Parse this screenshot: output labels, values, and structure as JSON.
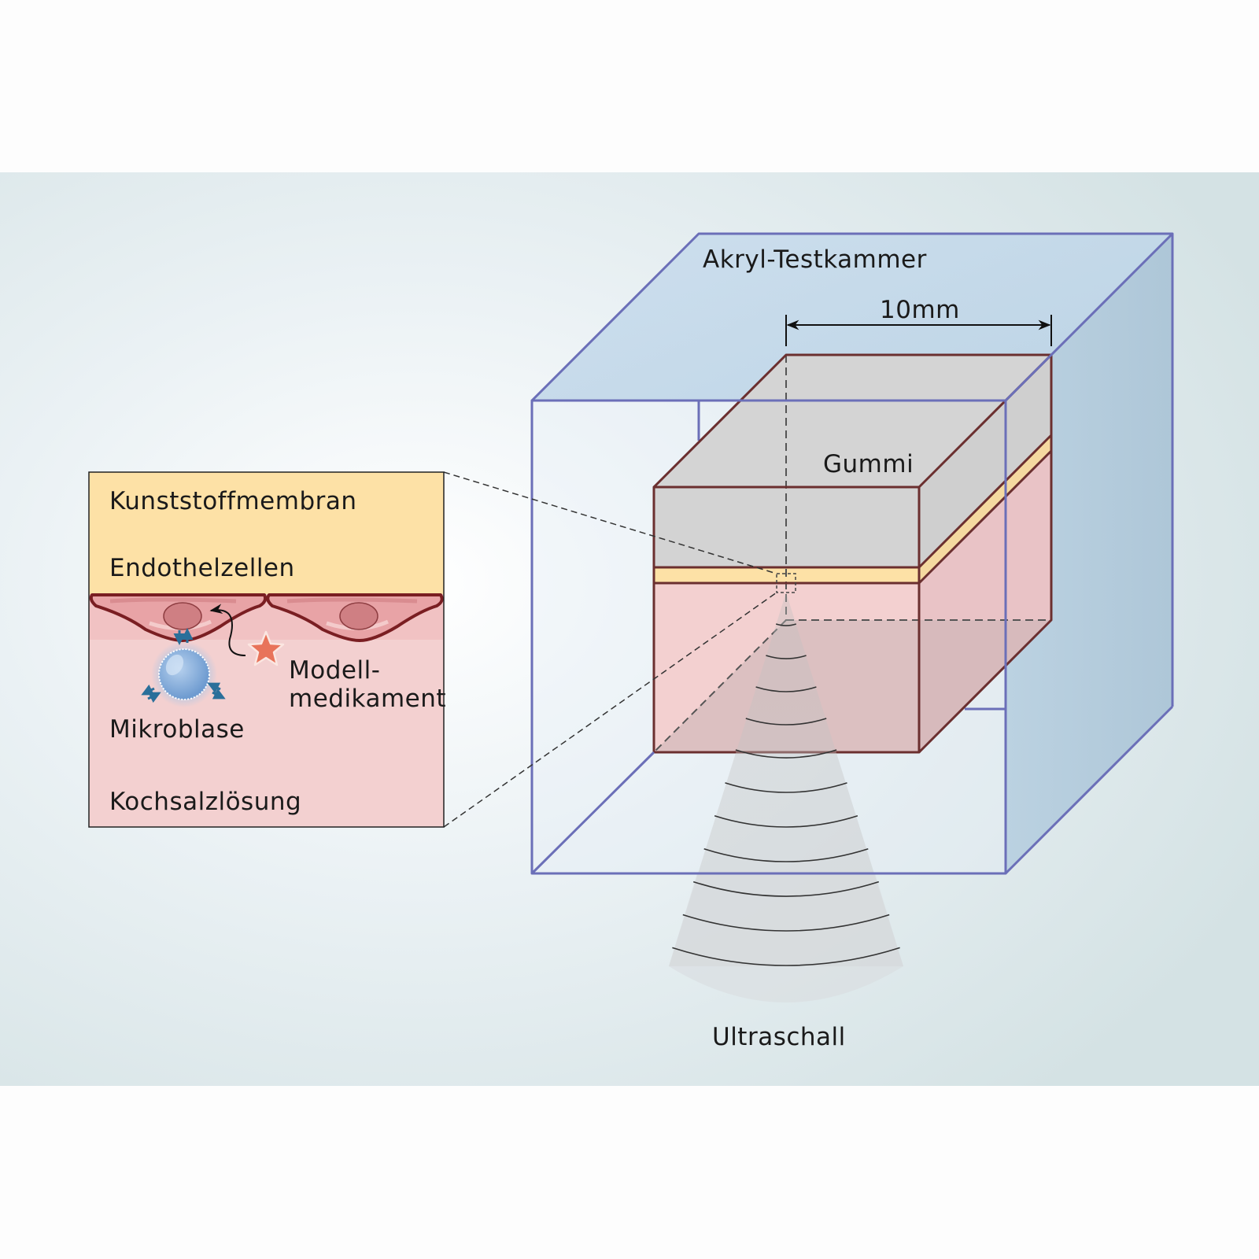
{
  "figure": {
    "type": "schematic",
    "language": "de",
    "labels": {
      "chamber": "Akryl-Testkammer",
      "dimension": "10mm",
      "rubber": "Gummi",
      "ultrasound": "Ultraschall"
    },
    "inset": {
      "membrane": "Kunststoffmembran",
      "endothelial": "Endothelzellen",
      "drug_line1": "Modell-",
      "drug_line2": "medikament",
      "microbubble": "Mikroblase",
      "saline": "Kochsalzlösung"
    },
    "colors": {
      "chamber_edge": "#6b6fb8",
      "chamber_fill": "#b9d2e4",
      "block_edge": "#6b2f2f",
      "rubber": "#d3d3d3",
      "membrane": "#fde1a6",
      "saline": "#f3d0d0",
      "cell": "#e8a3a6",
      "microbubble": "#8fb4dd",
      "drug_star": "#e8735a",
      "background": "#d6e3e5"
    }
  }
}
